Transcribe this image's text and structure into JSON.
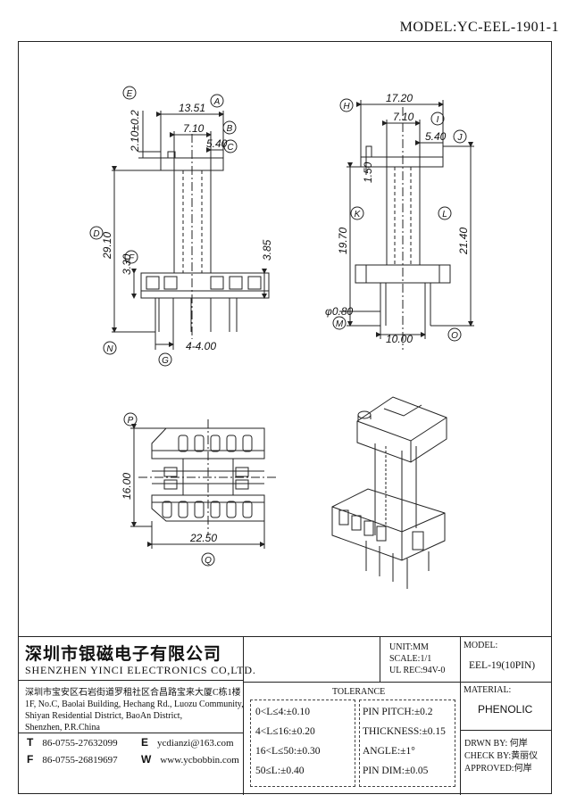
{
  "model_title": "MODEL:YC-EEL-1901-1",
  "drawing": {
    "front_view": {
      "labels": {
        "E": "E",
        "A": "A",
        "B": "B",
        "C": "C",
        "D": "D",
        "F": "F",
        "N": "N",
        "G": "G"
      },
      "dims": {
        "d_2_10": "2.10±0.2",
        "d_13_51": "13.51",
        "d_7_10": "7.10",
        "d_5_40": "5.40",
        "d_29_10": "29.10",
        "d_3_30": "3.30",
        "d_3_85": "3.85",
        "d_4_4_00": "4-4.00"
      }
    },
    "side_view": {
      "labels": {
        "H": "H",
        "I": "I",
        "J": "J",
        "K": "K",
        "L": "L",
        "M": "M",
        "O": "O"
      },
      "dims": {
        "d_17_20": "17.20",
        "d_7_10": "7.10",
        "d_5_40": "5.40",
        "d_1_50": "1.50",
        "d_19_70": "19.70",
        "d_21_40": "21.40",
        "d_0_80": "φ0.80",
        "d_10_00": "10.00"
      }
    },
    "top_view": {
      "labels": {
        "P": "P",
        "Q": "Q"
      },
      "dims": {
        "d_16_00": "16.00",
        "d_22_50": "22.50"
      }
    }
  },
  "title_block": {
    "company_cn": "深圳市银磁电子有限公司",
    "company_en": "SHENZHEN YINCI ELECTRONICS CO,LTD.",
    "address_cn": "深圳市宝安区石岩街道罗租社区合昌路宝来大厦C栋1楼",
    "address_en_1": "1F, No.C, Baolai Building, Hechang Rd., Luozu Community,",
    "address_en_2": "Shiyan Residential District, BaoAn District,",
    "address_en_3": "Shenzhen, P.R.China",
    "tel_letter": "T",
    "tel": "86-0755-27632099",
    "fax_letter": "F",
    "fax": "86-0755-26819697",
    "email_letter": "E",
    "email": "ycdianzi@163.com",
    "web_letter": "W",
    "web": "www.ycbobbin.com",
    "unit": "UNIT:MM",
    "scale": "SCALE:1/1",
    "ul_rec": "UL REC:94V-0",
    "tolerance_title": "TOLERANCE",
    "tolerances": [
      "0<L≤4:±0.10",
      "4<L≤16:±0.20",
      "16<L≤50:±0.30",
      "50≤L:±0.40"
    ],
    "other_tolerances": [
      "PIN PITCH:±0.2",
      "THICKNESS:±0.15",
      "ANGLE:±1°",
      "PIN DIM:±0.05"
    ],
    "model_label": "MODEL:",
    "model_value": "EEL-19(10PIN)",
    "material_label": "MATERIAL:",
    "material_value": "PHENOLIC",
    "drawn_by": "DRWN BY: 何岸",
    "check_by": "CHECK BY:黄丽仪",
    "approved": "APPROVED:何岸"
  }
}
